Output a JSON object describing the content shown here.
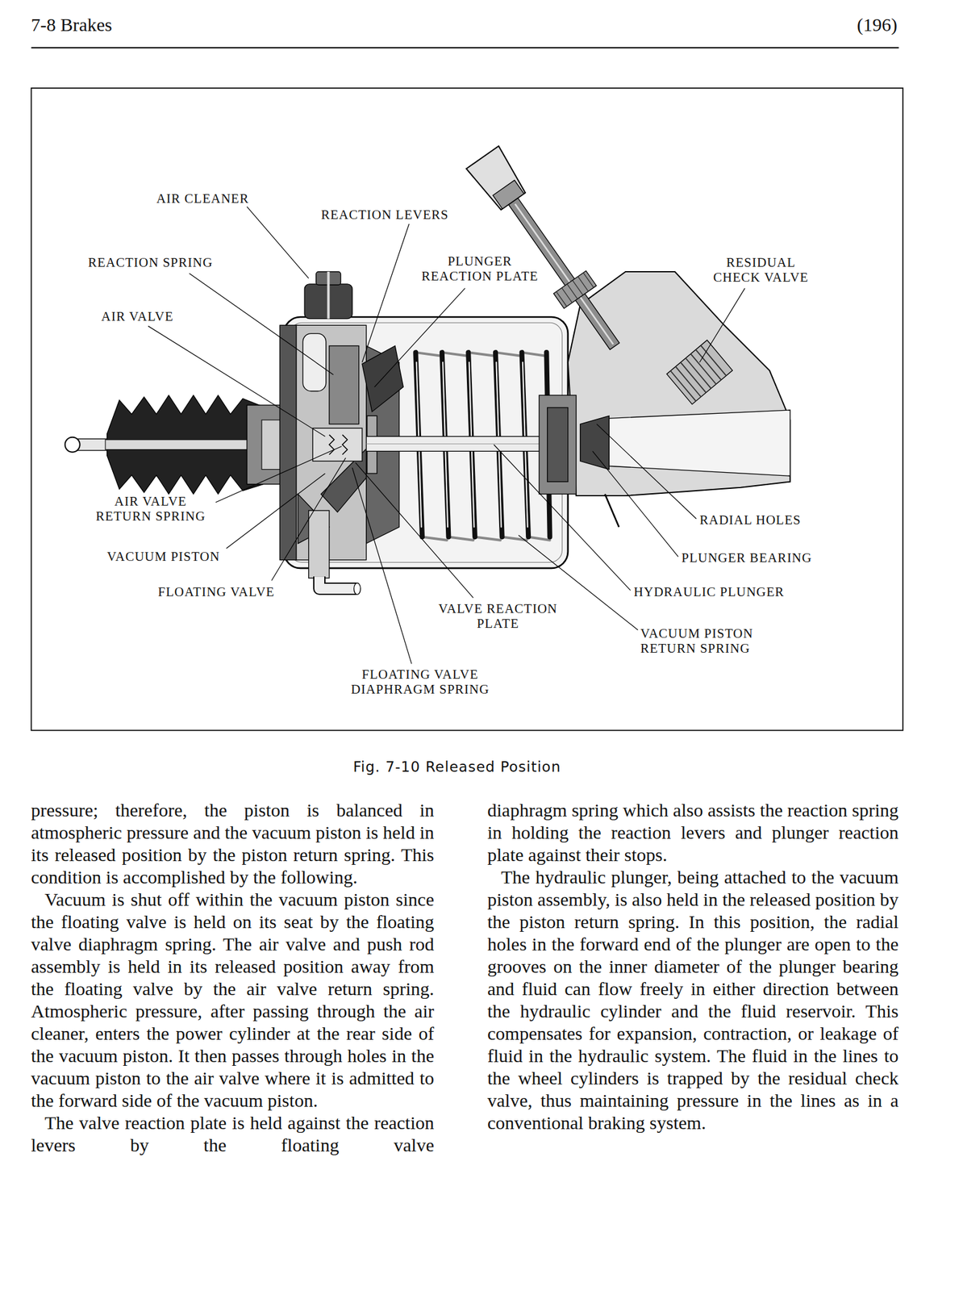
{
  "diagram": {
    "caption": "Fig. 7-10 Released Position",
    "labels": [
      "7-8 Brakes",
      "(196)",
      "AIR CLEANER",
      "REACTION LEVERS",
      "PLUNGER REACTION PLATE",
      "RESIDUAL CHECK VALVE",
      "REACTION SPRING",
      "AIR VALVE",
      "AIR VALVE RETURN SPRING",
      "RADIAL HOLES",
      "VACUUM PISTON",
      "PLUNGER BEARING",
      "FLOATING VALVE",
      "HYDRAULIC PLUNGER",
      "VALVE REACTION PLATE",
      "VACUUM PISTON RETURN SPRING",
      "FLOATING VALVE DIAPHRAGM SPRING",
      "pressure; therefore, the piston is balanced in atmospheric pressure and the vacuum piston is held in its released position by the piston return spring. This condition is accomplished by the following.",
      "Vacuum is shut off within the vacuum piston since the floating valve is held on its seat by the floating valve diaphragm spring. The air valve and push rod assembly is held in its released position away from the floating valve by the air valve return spring. Atmospheric pressure, after passing through the air cleaner, enters the power cylinder at the rear side of the vacuum piston. It then passes through holes in the vacuum piston to the air valve where it is admitted to the forward side of the vacuum piston.",
      "The valve reaction plate is held against the reaction levers by the floating valve",
      "diaphragm spring which also assists the reaction spring in holding the reaction levers and plunger reaction plate against their stops.",
      "The hydraulic plunger, being attached to the vacuum piston assembly, is also held in the released position by the piston return spring. In this position, the radial holes in the forward end of the plunger are open to the grooves on the inner diameter of the plunger bearing and fluid can flow freely in either direction between the hydraulic cylinder and the fluid reservoir. This compensates for expansion, contraction, or leakage of fluid in the hydraulic system. The fluid in the lines to the wheel cylinders is trapped by the residual check valve, thus maintaining pressure in the lines as in a conventional braking system."
    ]
  }
}
